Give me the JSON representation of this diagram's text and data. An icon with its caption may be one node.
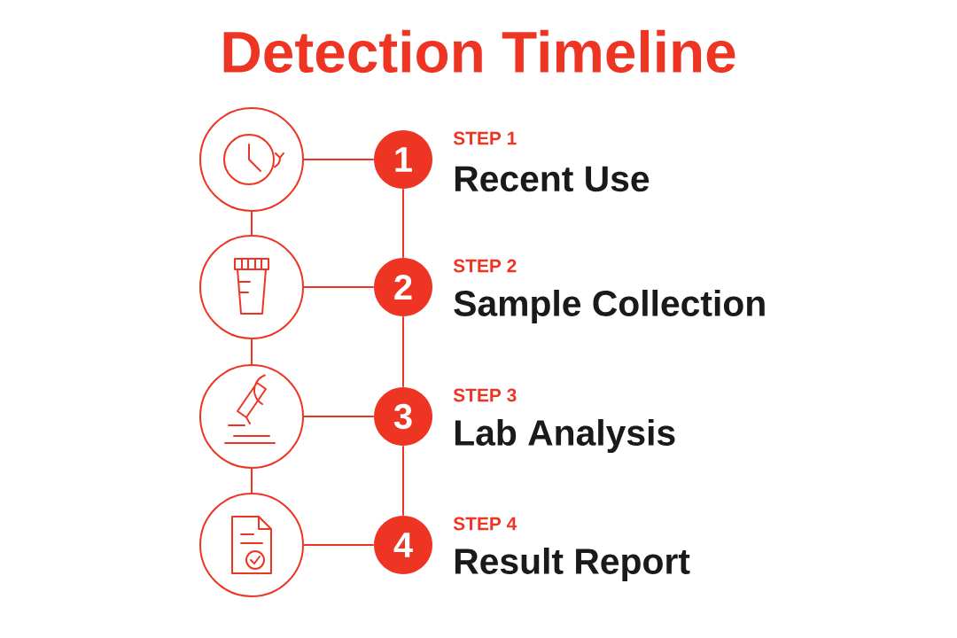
{
  "diagram": {
    "title": "Detection Timeline",
    "nodes": [
      {
        "text": [],
        "shape": "circle"
      },
      {
        "text": [
          "1"
        ],
        "beside": [
          "STEP 1",
          "Recent Use"
        ]
      },
      {
        "text": [],
        "shape": "circle"
      },
      {
        "text": [
          "2"
        ],
        "beside": [
          "STEP 2",
          "Sample Collection"
        ]
      },
      {
        "text": [],
        "shape": "circle"
      },
      {
        "text": [
          "3"
        ],
        "beside": [
          "STEP 3",
          "Lab Analysis"
        ]
      },
      {
        "text": [],
        "shape": "circle"
      },
      {
        "text": [
          "4"
        ],
        "beside": [
          "STEP 4",
          "Result Report"
        ]
      }
    ],
    "edges": [
      {
        "from": 0,
        "to": 1,
        "arrow": "none"
      },
      {
        "from": 2,
        "to": 3,
        "arrow": "none"
      },
      {
        "from": 4,
        "to": 5,
        "arrow": "none"
      },
      {
        "from": 6,
        "to": 7,
        "arrow": "none"
      },
      {
        "from": 0,
        "to": 2,
        "arrow": "none"
      },
      {
        "from": 2,
        "to": 4,
        "arrow": "none"
      },
      {
        "from": 4,
        "to": 6,
        "arrow": "none"
      },
      {
        "from": 1,
        "to": 3,
        "arrow": "none"
      },
      {
        "from": 3,
        "to": 5,
        "arrow": "none"
      },
      {
        "from": 5,
        "to": 7,
        "arrow": "none"
      }
    ]
  }
}
